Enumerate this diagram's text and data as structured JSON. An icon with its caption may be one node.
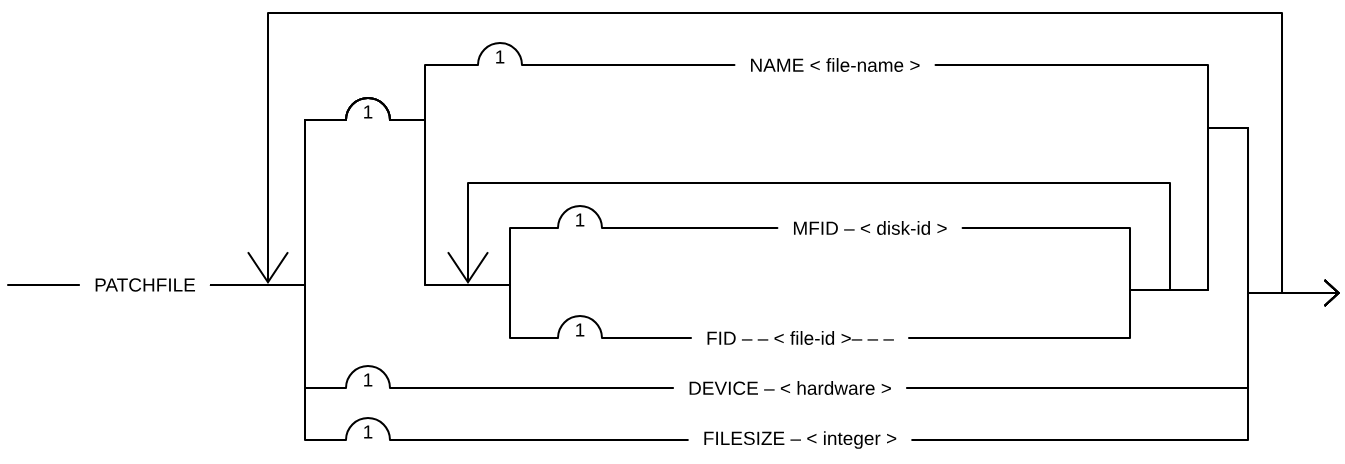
{
  "diagram": {
    "nodes": [
      {
        "text": [
          "PATCHFILE"
        ]
      },
      {
        "text": [
          "NAME < file-name >"
        ]
      },
      {
        "text": [
          "MFID – < disk-id >"
        ]
      },
      {
        "text": [
          "FID – – < file-id >– – –"
        ]
      },
      {
        "text": [
          "DEVICE – < hardware >"
        ]
      },
      {
        "text": [
          "FILESIZE – < integer >"
        ]
      }
    ],
    "edges": [
      {
        "from": null,
        "to": 0,
        "arrow": "none"
      },
      {
        "from": 0,
        "to": 1,
        "arrow": "none"
      },
      {
        "from": 0,
        "to": 2,
        "arrow": "none"
      },
      {
        "from": 0,
        "to": 3,
        "arrow": "none"
      },
      {
        "from": 0,
        "to": 4,
        "arrow": "none"
      },
      {
        "from": 0,
        "to": 5,
        "arrow": "none"
      },
      {
        "from": 1,
        "to": null,
        "arrow": "to"
      },
      {
        "from": 2,
        "to": null,
        "arrow": "to"
      },
      {
        "from": 3,
        "to": null,
        "arrow": "to"
      },
      {
        "from": 4,
        "to": null,
        "arrow": "to"
      },
      {
        "from": 5,
        "to": null,
        "arrow": "to"
      }
    ],
    "labels": [
      "1",
      "1",
      "1",
      "1",
      "1",
      "1"
    ]
  }
}
